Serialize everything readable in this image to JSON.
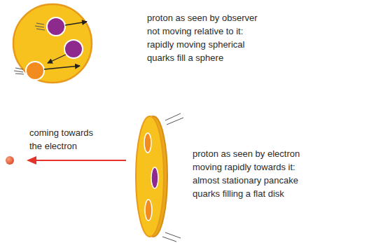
{
  "diagram": {
    "labels": [
      "proton as seen by observer not moving relative to it: rapidly moving spherical quarks fill a sphere",
      "coming towards the electron",
      "proton as seen by electron moving rapidly towards it: almost stationary pancake quarks filling a flat disk"
    ]
  }
}
